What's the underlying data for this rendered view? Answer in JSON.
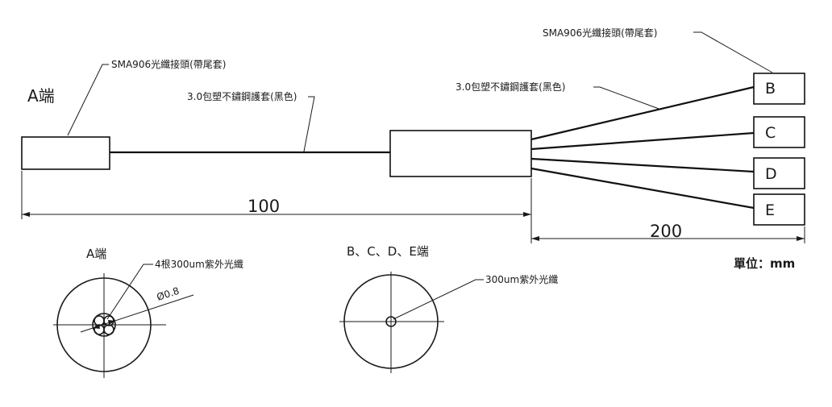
{
  "end_a_title": "A端",
  "connector_label_a": "SMA906光纖接頭(帶尾套)",
  "connector_label_right": "SMA906光纖接頭(帶尾套)",
  "sheath_label_left": "3.0包塑不鏽鋼護套(黑色)",
  "sheath_label_right": "3.0包塑不鏽鋼護套(黑色)",
  "branch_labels": [
    "B",
    "C",
    "D",
    "E"
  ],
  "dimension_left": "100",
  "dimension_right": "200",
  "unit_label": "單位：mm",
  "section_a": {
    "title": "A端",
    "fiber_label": "4根300um紫外光纖",
    "diameter_label": "Ø0.8"
  },
  "section_bcde": {
    "title": "B、C、D、E端",
    "fiber_label": "300um紫外光纖"
  }
}
